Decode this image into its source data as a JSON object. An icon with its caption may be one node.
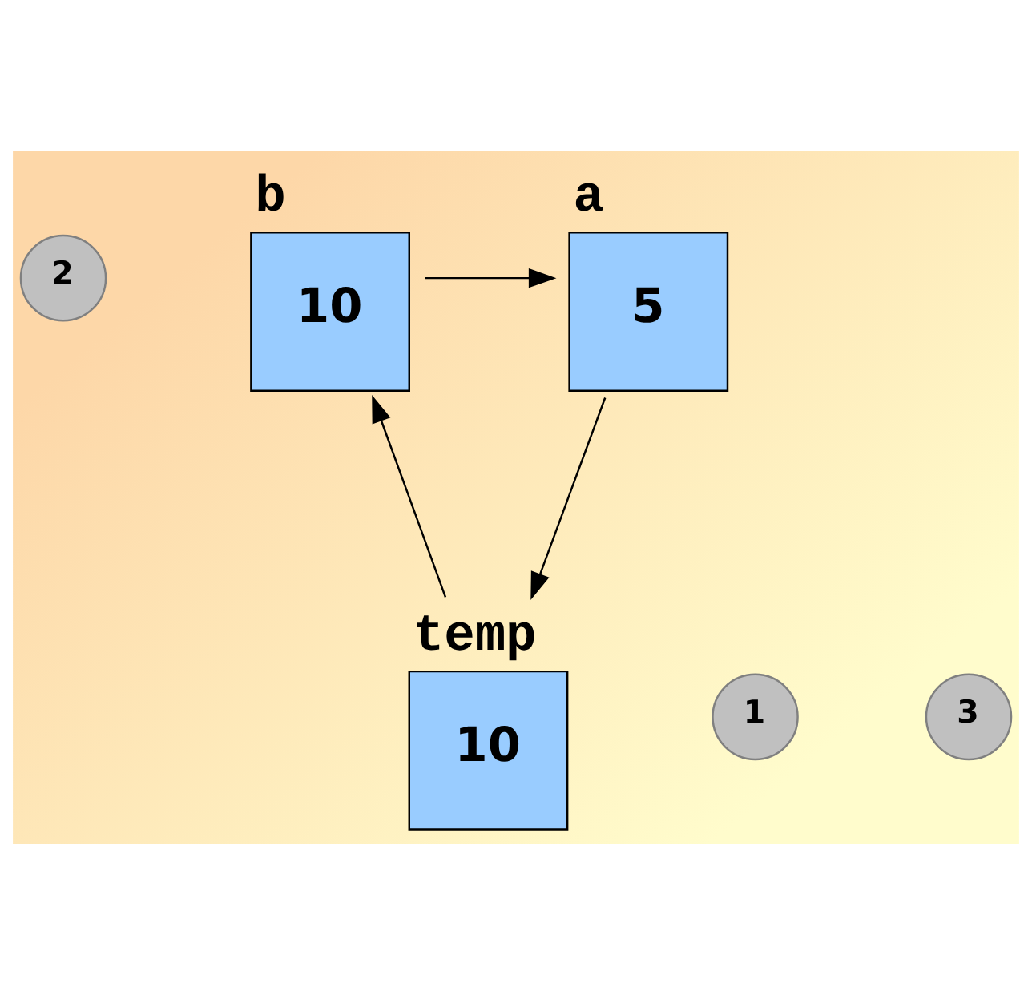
{
  "diagram": {
    "nodes": [
      {
        "text": [
          "2"
        ]
      },
      {
        "text": [
          "a",
          "5"
        ]
      },
      {
        "text": [
          "b",
          "10"
        ]
      },
      {
        "text": [
          "1"
        ]
      },
      {
        "text": [
          "temp",
          "10"
        ]
      },
      {
        "text": [
          "3"
        ]
      }
    ],
    "edges": [
      {
        "from": 1,
        "to": 4,
        "arrow": "to"
      },
      {
        "from": 4,
        "to": 2,
        "arrow": "to"
      },
      {
        "from": 2,
        "to": 1,
        "arrow": "to"
      }
    ]
  }
}
